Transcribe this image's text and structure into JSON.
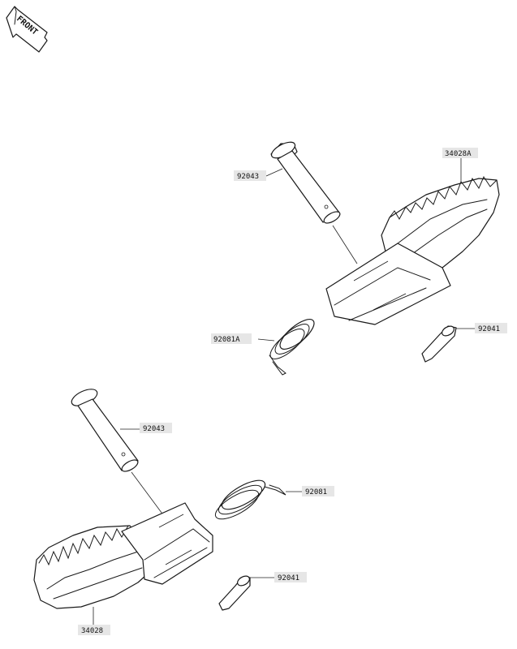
{
  "front_marker": {
    "label": "FRONT"
  },
  "callouts": {
    "pin_upper": "92043",
    "footpeg_right": "34028A",
    "spring_upper": "92081A",
    "clip_upper": "92041",
    "pin_lower": "92043",
    "spring_lower": "92081",
    "clip_lower": "92041",
    "footpeg_left": "34028"
  }
}
